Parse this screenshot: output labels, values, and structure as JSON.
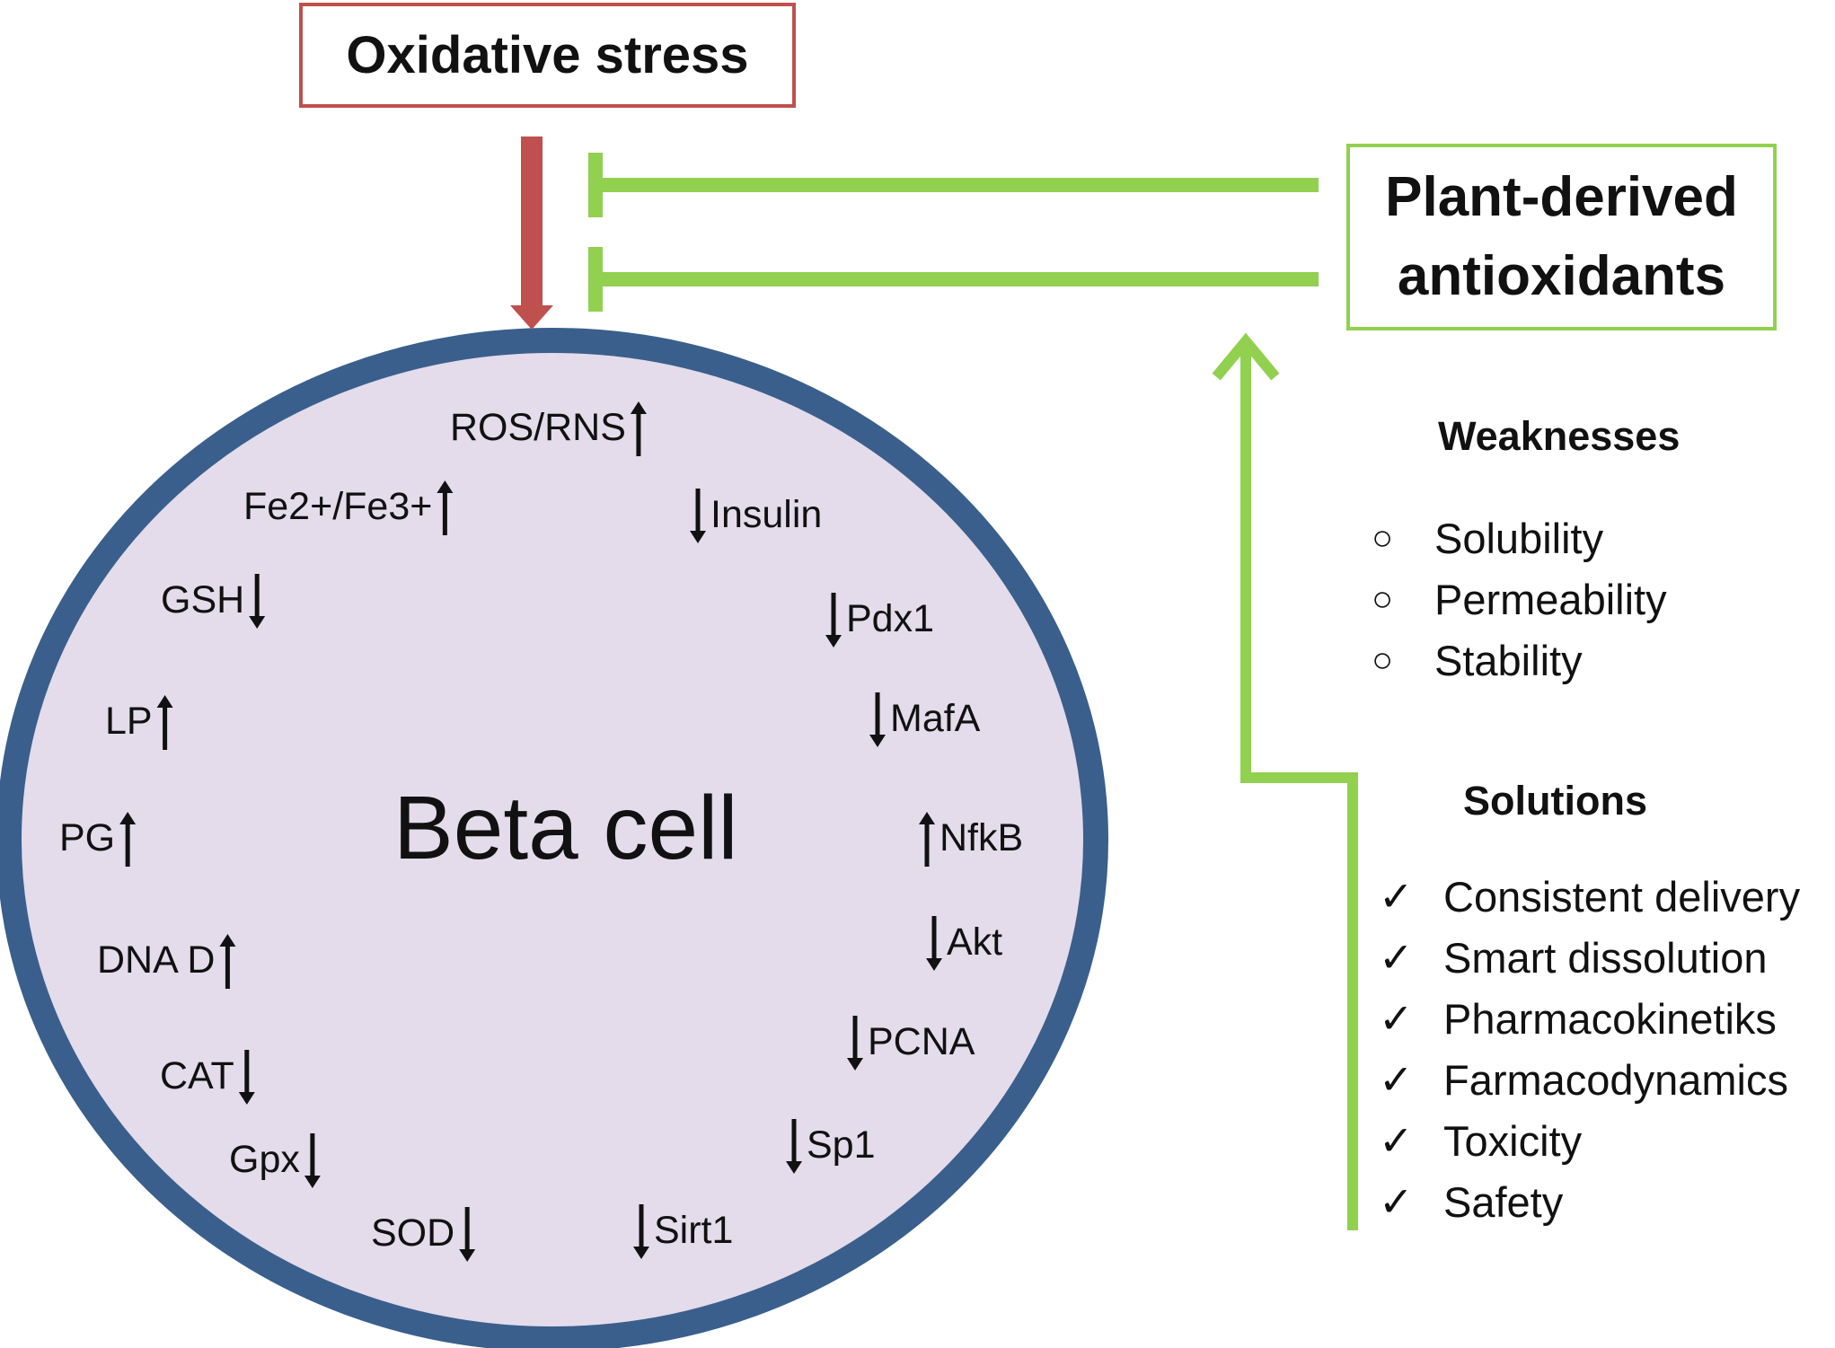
{
  "stress": {
    "label": "Oxidative stress"
  },
  "plant": {
    "line1": "Plant-derived",
    "line2": "antioxidants"
  },
  "cell": {
    "title": "Beta cell",
    "markers": [
      {
        "id": "ros",
        "text": "ROS/RNS",
        "dir": "up",
        "arrow": "after"
      },
      {
        "id": "fe",
        "text": "Fe2+/Fe3+",
        "dir": "up",
        "arrow": "after"
      },
      {
        "id": "gsh",
        "text": "GSH",
        "dir": "down",
        "arrow": "after"
      },
      {
        "id": "lp",
        "text": "LP",
        "dir": "up",
        "arrow": "after"
      },
      {
        "id": "pg",
        "text": "PG",
        "dir": "up",
        "arrow": "after"
      },
      {
        "id": "dna",
        "text": "DNA D",
        "dir": "up",
        "arrow": "after"
      },
      {
        "id": "cat",
        "text": "CAT",
        "dir": "down",
        "arrow": "after"
      },
      {
        "id": "gpx",
        "text": "Gpx",
        "dir": "down",
        "arrow": "after"
      },
      {
        "id": "sod",
        "text": "SOD",
        "dir": "down",
        "arrow": "after"
      },
      {
        "id": "insulin",
        "text": "Insulin",
        "dir": "down",
        "arrow": "before"
      },
      {
        "id": "pdx1",
        "text": "Pdx1",
        "dir": "down",
        "arrow": "before"
      },
      {
        "id": "mafa",
        "text": "MafA",
        "dir": "down",
        "arrow": "before"
      },
      {
        "id": "nfkb",
        "text": "NfkB",
        "dir": "up",
        "arrow": "before"
      },
      {
        "id": "akt",
        "text": "Akt",
        "dir": "down",
        "arrow": "before"
      },
      {
        "id": "pcna",
        "text": "PCNA",
        "dir": "down",
        "arrow": "before"
      },
      {
        "id": "sp1",
        "text": "Sp1",
        "dir": "down",
        "arrow": "before"
      },
      {
        "id": "sirt1",
        "text": "Sirt1",
        "dir": "down",
        "arrow": "before"
      }
    ]
  },
  "weaknesses": {
    "heading": "Weaknesses",
    "items": [
      "Solubility",
      "Permeability",
      "Stability"
    ]
  },
  "solutions": {
    "heading": "Solutions",
    "items": [
      "Consistent delivery",
      "Smart dissolution",
      "Pharmacokinetiks",
      "Farmacodynamics",
      "Toxicity",
      "Safety"
    ]
  },
  "colors": {
    "stress": "#c0504d",
    "plant": "#92d050",
    "cell_fill": "#e4dcea",
    "cell_border": "#3a5f8c",
    "marker_arrow": "#111111"
  }
}
